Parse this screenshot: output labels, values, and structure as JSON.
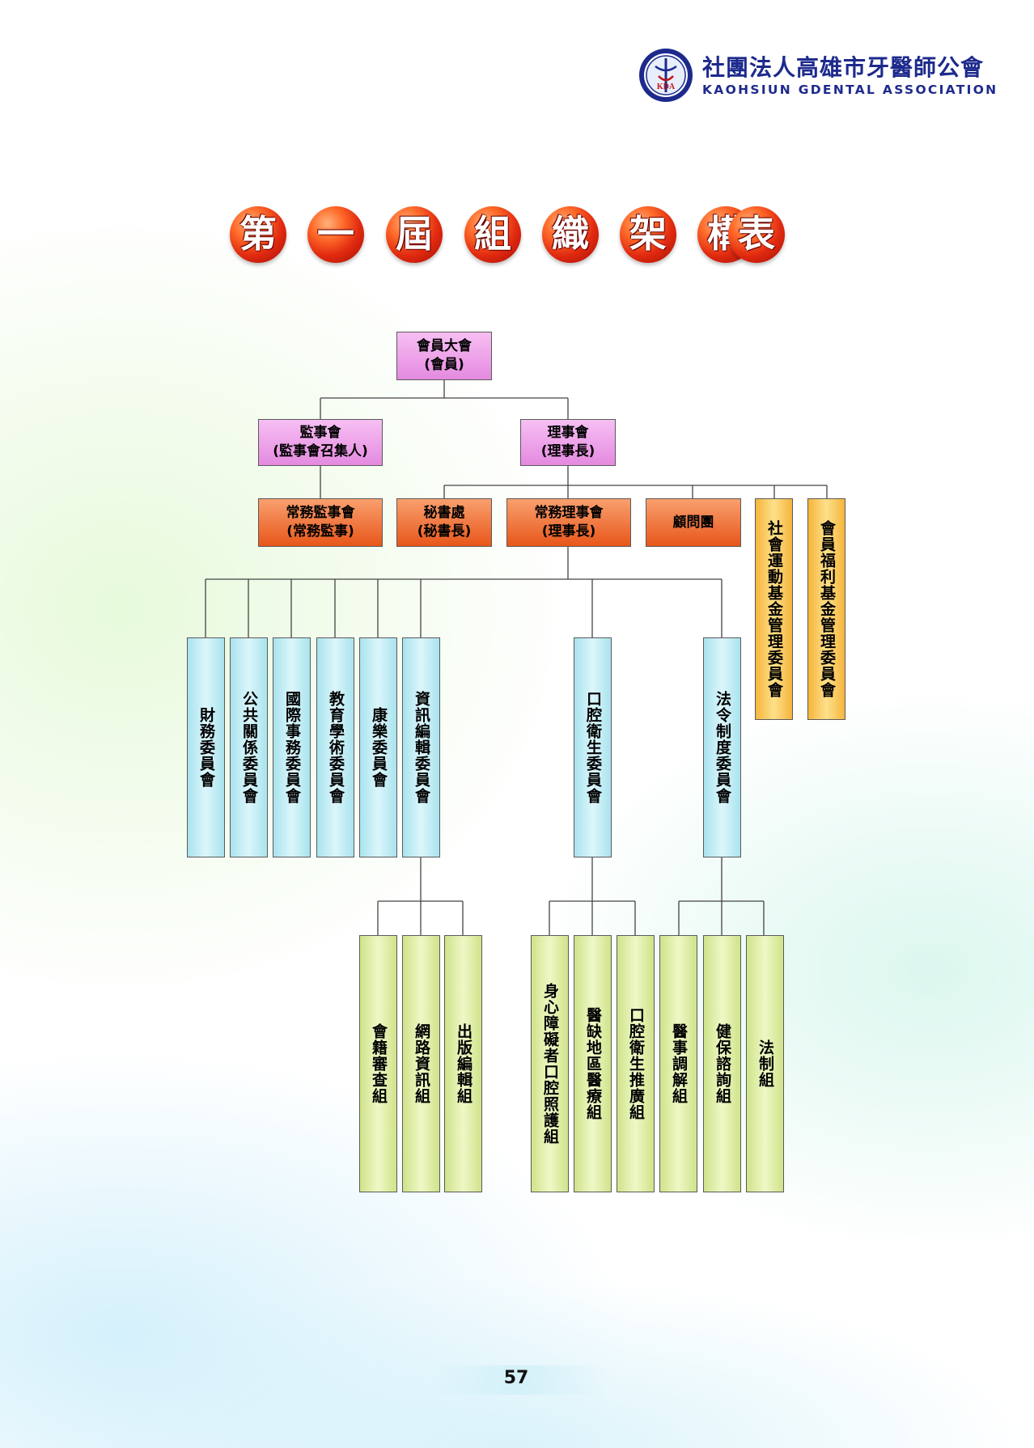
{
  "header": {
    "org_name": "社團法人高雄市牙醫師公會",
    "org_name_en": "KAOHSIUN GDENTAL ASSOCIATION",
    "seal_text": "KDA"
  },
  "title_chars": [
    "第",
    "一",
    "屆",
    "組",
    "織",
    "架",
    "構",
    "表"
  ],
  "colors": {
    "pink": "#e48ae0",
    "orange": "#e8561a",
    "gold": "#f6b53c",
    "cyan": "#a9e3ee",
    "lime": "#cfe38a",
    "org_blue": "#1d2a8c",
    "title_red": "#e12a10"
  },
  "org": {
    "general_assembly": {
      "line1": "會員大會",
      "line2": "(會員)"
    },
    "supervisors": {
      "line1": "監事會",
      "line2": "(監事會召集人)"
    },
    "directors": {
      "line1": "理事會",
      "line2": "(理事長)"
    },
    "standing_supervisors": {
      "line1": "常務監事會",
      "line2": "(常務監事)"
    },
    "secretariat": {
      "line1": "秘書處",
      "line2": "(秘書長)"
    },
    "standing_directors": {
      "line1": "常務理事會",
      "line2": "(理事長)"
    },
    "advisors": {
      "line1": "顧問團"
    },
    "social_fund_committee": {
      "label": "社會運動基金管理委員會"
    },
    "welfare_fund_committee": {
      "label": "會員福利基金管理委員會"
    },
    "committees": [
      "財務委員會",
      "公共關係委員會",
      "國際事務委員會",
      "教育學術委員會",
      "康樂委員會",
      "資訊編輯委員會",
      "口腔衛生委員會",
      "法令制度委員會"
    ],
    "groups": [
      "會籍審查組",
      "網路資訊組",
      "出版編輯組",
      "身心障礙者口腔照護組",
      "醫缺地區醫療組",
      "口腔衛生推廣組",
      "醫事調解組",
      "健保諮詢組",
      "法制組"
    ]
  },
  "page_number": "57"
}
